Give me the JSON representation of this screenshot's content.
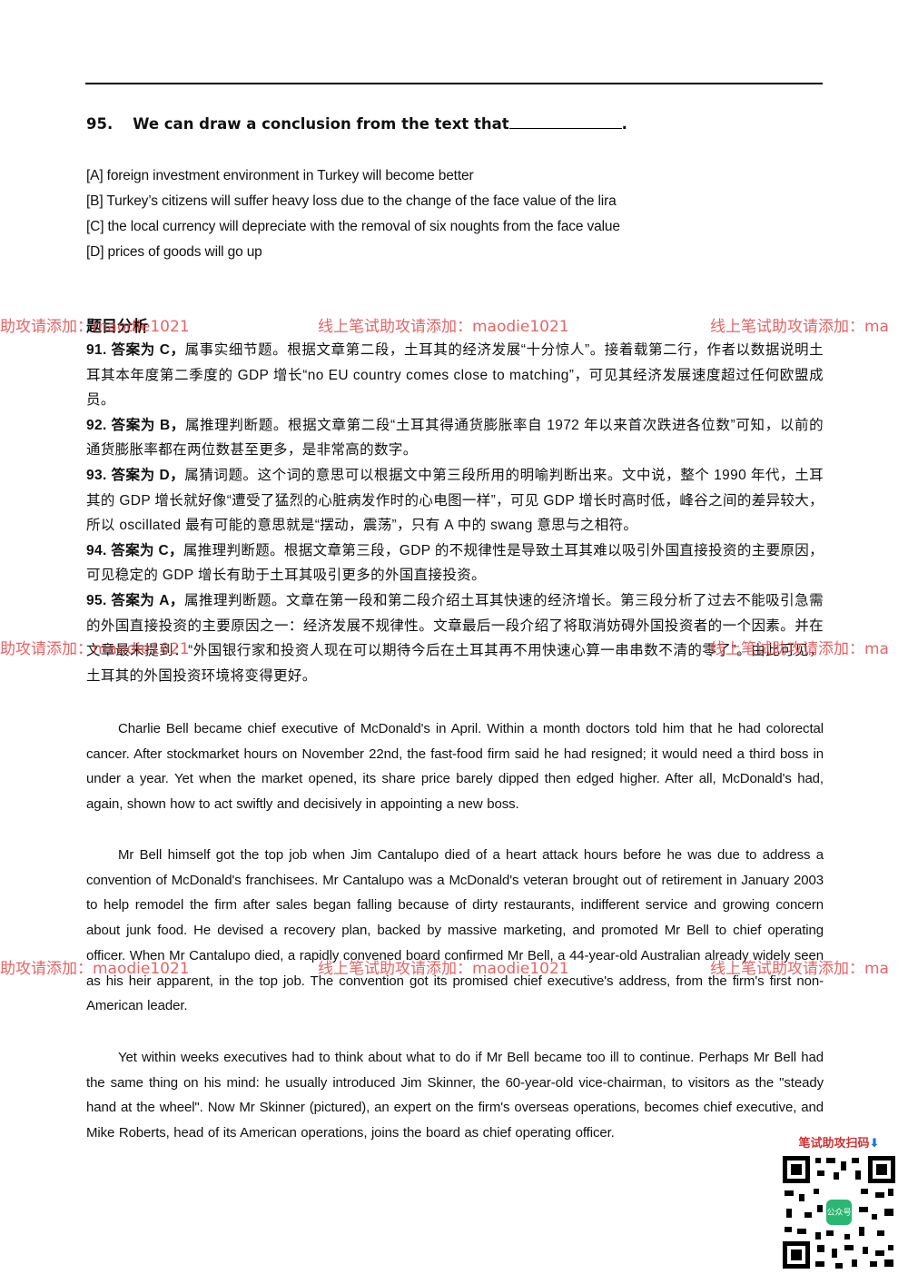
{
  "question": {
    "number": "95.",
    "text": "We can draw a conclusion from the text that",
    "end": "."
  },
  "options": [
    "[A] foreign investment environment in Turkey will become better",
    "[B] Turkey’s citizens will suffer heavy loss due to the change of the face value of the lira",
    "[C] the local currency will depreciate with the removal of six noughts from the face value",
    "[D] prices of goods will go up"
  ],
  "analysis": {
    "title": "题目分析",
    "answers": [
      {
        "lead": "91. 答案为 C，",
        "text": "属事实细节题。根据文章第二段，土耳其的经济发展“十分惊人”。接着载第二行，作者以数据说明土耳其本年度第二季度的 GDP 增长“no EU country comes close to matching”，可见其经济发展速度超过任何欧盟成员。"
      },
      {
        "lead": "92. 答案为 B，",
        "text": "属推理判断题。根据文章第二段“土耳其得通货膨胀率自 1972 年以来首次跌进各位数”可知，以前的通货膨胀率都在两位数甚至更多，是非常高的数字。"
      },
      {
        "lead": "93. 答案为 D，",
        "text": "属猜词题。这个词的意思可以根据文中第三段所用的明喻判断出来。文中说，整个 1990 年代，土耳其的 GDP 增长就好像“遭受了猛烈的心脏病发作时的心电图一样”，可见 GDP 增长时高时低，峰谷之间的差异较大，所以 oscillated 最有可能的意思就是“摆动，震荡”，只有 A 中的 swang 意思与之相符。"
      },
      {
        "lead": "94. 答案为 C，",
        "text": "属推理判断题。根据文章第三段，GDP 的不规律性是导致土耳其难以吸引外国直接投资的主要原因，可见稳定的 GDP 增长有助于土耳其吸引更多的外国直接投资。"
      },
      {
        "lead": "95. 答案为 A，",
        "text": "属推理判断题。文章在第一段和第二段介绍土耳其快速的经济增长。第三段分析了过去不能吸引急需的外国直接投资的主要原因之一：经济发展不规律性。文章最后一段介绍了将取消妨碍外国投资者的一个因素。并在文章最末提到：“外国银行家和投资人现在可以期待今后在土耳其再不用快速心算一串串数不清的零了”。由此可见，土耳其的外国投资环境将变得更好。"
      }
    ]
  },
  "passage": [
    "Charlie Bell became chief executive of McDonald's in April. Within a month doctors told him that he had colorectal cancer. After stockmarket hours on November 22nd, the fast-food firm said he had resigned; it would need a third boss in under a year. Yet when the market opened, its share price barely dipped then edged higher. After all, McDonald's had, again, shown how to act swiftly and decisively in appointing a new boss.",
    "Mr Bell himself got the top job when Jim Cantalupo died of a heart attack hours before he was due to address a convention of McDonald's franchisees. Mr Cantalupo was a McDonald's veteran brought out of retirement in January 2003 to help remodel the firm after sales began falling because of dirty restaurants, indifferent service and growing concern about junk food. He devised a recovery plan, backed by massive marketing, and promoted Mr Bell to chief operating officer. When Mr Cantalupo died, a rapidly convened board confirmed Mr Bell, a 44-year-old Australian already widely seen as his heir apparent, in the top job. The convention got its promised chief executive's address, from the firm's first non-American leader.",
    "Yet within weeks executives had to think about what to do if Mr Bell became too ill to continue. Perhaps Mr Bell had the same thing on his mind: he usually introduced Jim Skinner, the 60-year-old vice-chairman, to visitors as the \"steady hand at the wheel\". Now Mr Skinner (pictured), an expert on the firm's overseas operations, becomes chief executive, and Mike Roberts, head of its American operations, joins the board as chief operating officer."
  ],
  "watermark": {
    "left": "助攻请添加：maodie1021",
    "center": "线上笔试助攻请添加：maodie1021",
    "right": "线上笔试助攻请添加：ma"
  },
  "qr": {
    "label": "笔试助攻扫码",
    "arrow": "⬇",
    "logo_text": "公众号"
  },
  "colors": {
    "watermark": "#e24a4a",
    "text": "#111111"
  }
}
